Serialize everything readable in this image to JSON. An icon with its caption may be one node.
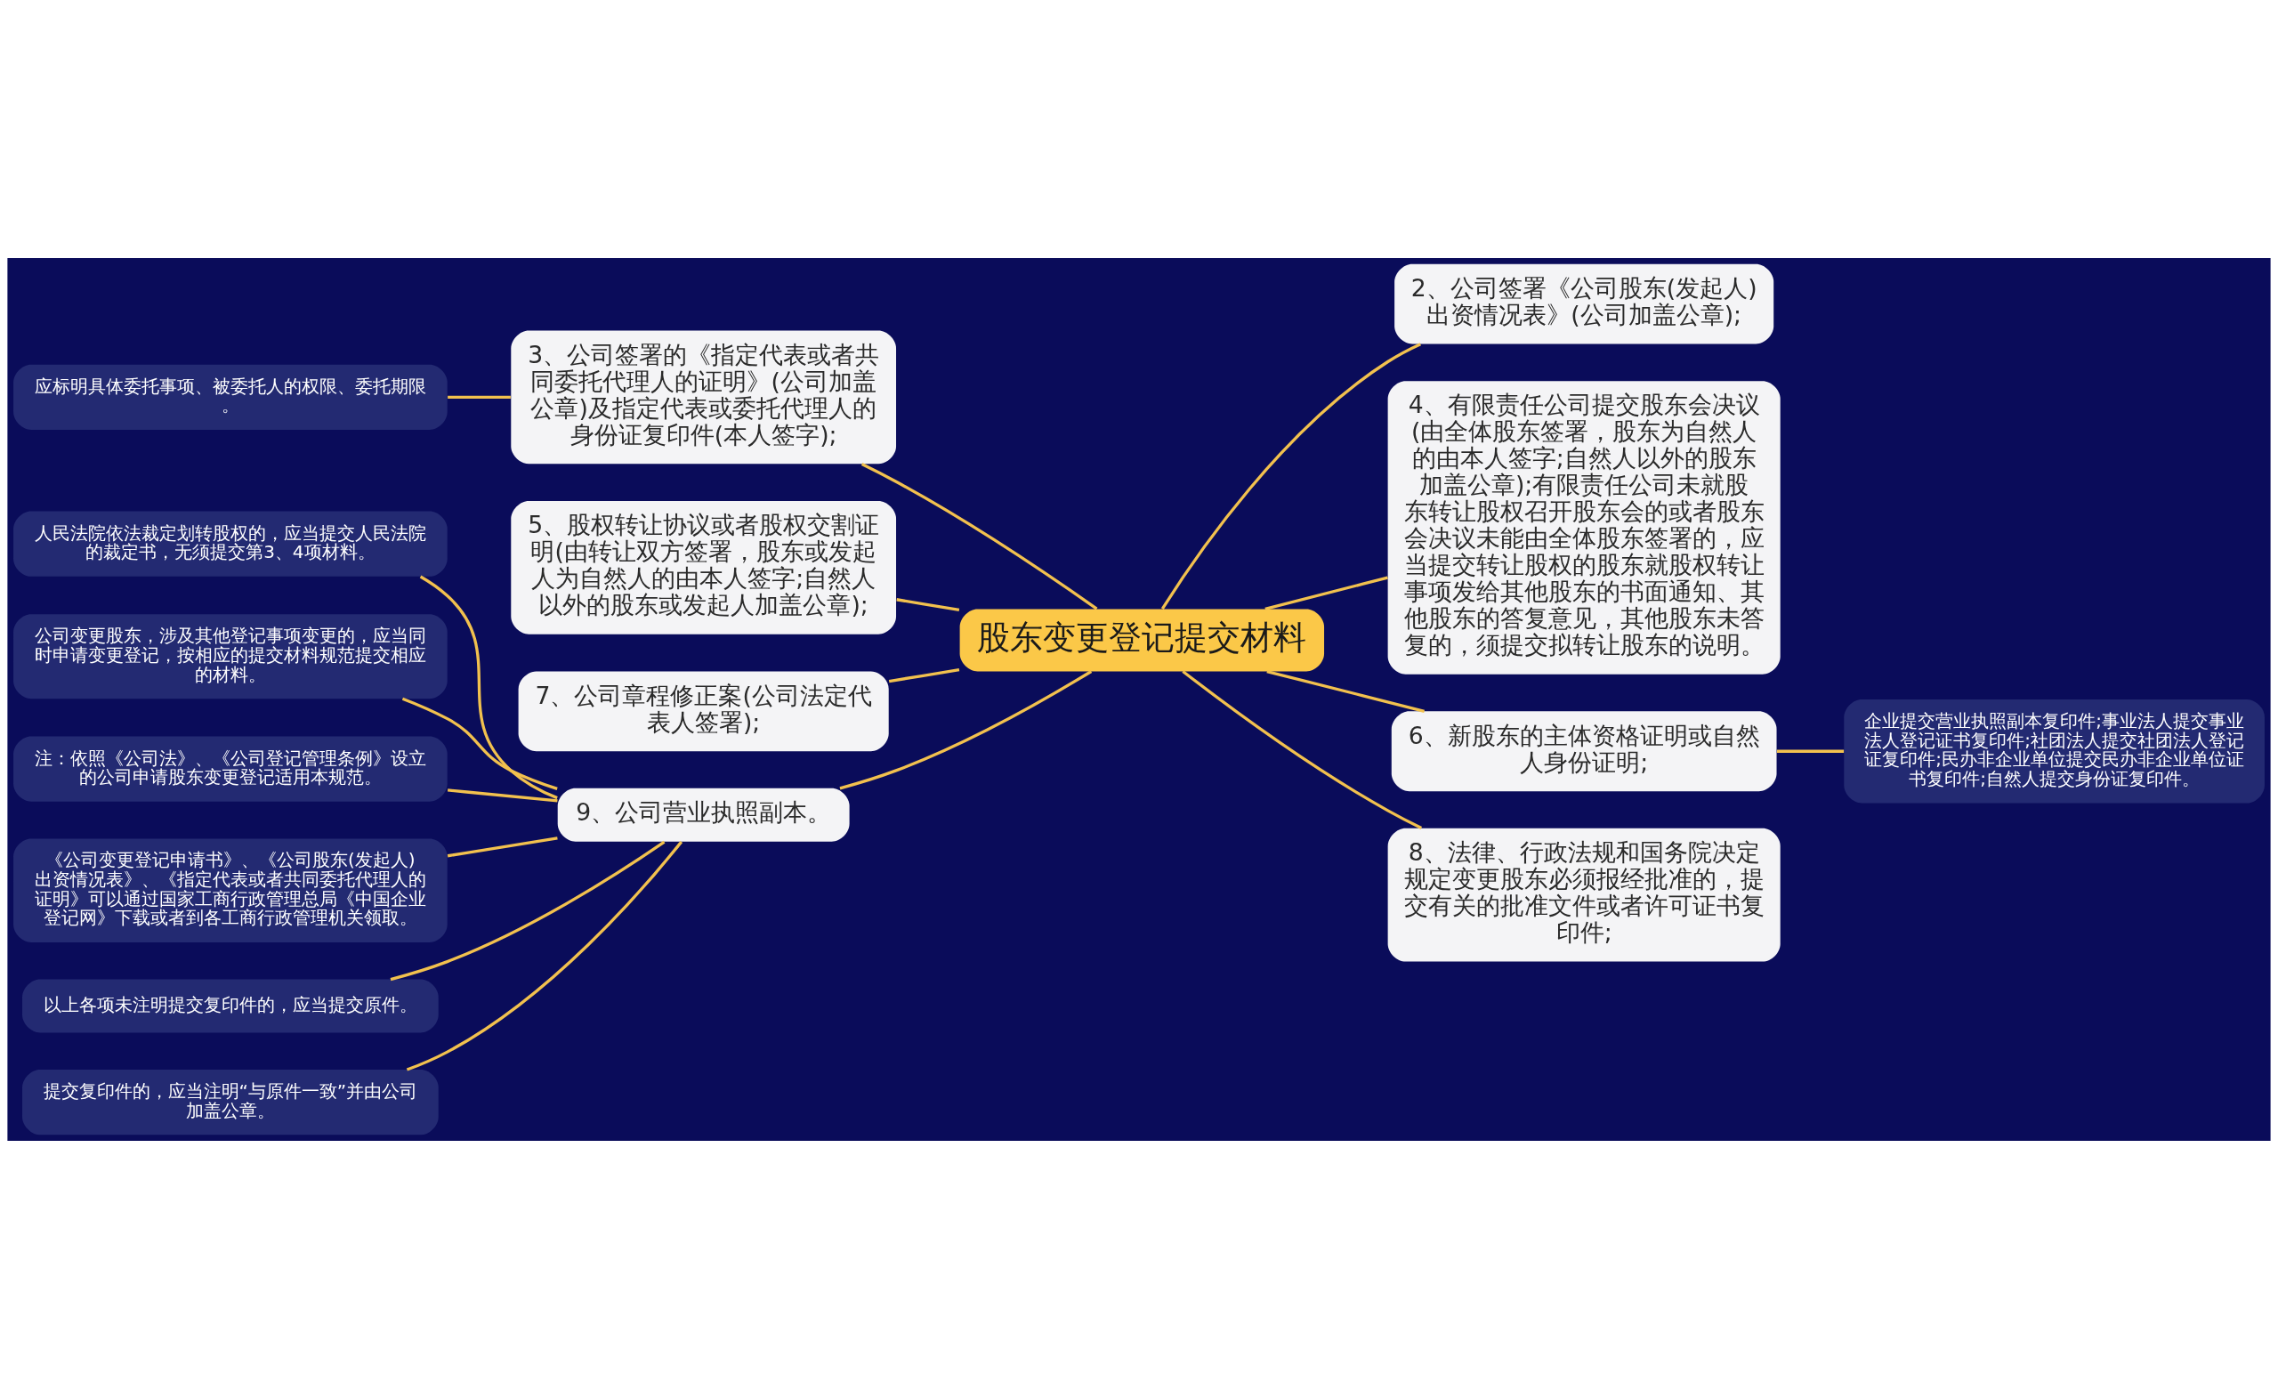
{
  "diagram": {
    "nodes": [
      {
        "text": [
          "股东变更登记提交材料"
        ]
      },
      {
        "text": [
          "3、公司签署的《指定代表或者共同委托代理人的证明》(公司加盖公章)及指定代表或委托代理人的身份证复印件(本人签字);"
        ]
      },
      {
        "text": [
          "应标明具体委托事项、被委托人的权限、委托期限。"
        ]
      },
      {
        "text": [
          "5、股权转让协议或者股权交割证明(由转让双方签署，股东或发起人为自然人的由本人签字;自然人以外的股东或发起人加盖公章);"
        ]
      },
      {
        "text": [
          "7、公司章程修正案(公司法定代表人签署);"
        ]
      },
      {
        "text": [
          "9、公司营业执照副本。"
        ]
      },
      {
        "text": [
          "人民法院依法裁定划转股权的，应当提交人民法院的裁定书，无须提交第3、4项材料。"
        ]
      },
      {
        "text": [
          "公司变更股东，涉及其他登记事项变更的，应当同时申请变更登记，按相应的提交材料规范提交相应的材料。"
        ]
      },
      {
        "text": [
          "注：依照《公司法》、《公司登记管理条例》设立的公司申请股东变更登记适用本规范。"
        ]
      },
      {
        "text": [
          "《公司变更登记申请书》、《公司股东(发起人)出资情况表》、《指定代表或者共同委托代理人的证明》可以通过国家工商行政管理总局《中国企业登记网》下载或者到各工商行政管理机关领取。"
        ]
      },
      {
        "text": [
          "以上各项未注明提交复印件的，应当提交原件。"
        ]
      },
      {
        "text": [
          "提交复印件的，应当注明“与原件一致”并由公司加盖公章。"
        ]
      },
      {
        "text": [
          "2、公司签署《公司股东(发起人)出资情况表》(公司加盖公章);"
        ]
      },
      {
        "text": [
          "4、有限责任公司提交股东会决议(由全体股东签署，股东为自然人的由本人签字;自然人以外的股东加盖公章);有限责任公司未就股东转让股权召开股东会的或者股东会决议未能由全体股东签署的，应当提交转让股权的股东就股权转让事项发给其他股东的书面通知、其他股东的答复意见，其他股东未答复的，须提交拟转让股东的说明。"
        ]
      },
      {
        "text": [
          "6、新股东的主体资格证明或自然人身份证明;"
        ]
      },
      {
        "text": [
          "企业提交营业执照副本复印件;事业法人提交事业法人登记证书复印件;社团法人提交社团法人登记证复印件;民办非企业单位提交民办非企业单位证书复印件;自然人提交身份证复印件。"
        ]
      },
      {
        "text": [
          "8、法律、行政法规和国务院决定规定变更股东必须报经批准的，提交有关的批准文件或者许可证书复印件;"
        ]
      }
    ],
    "edges": [
      {
        "from": 0,
        "to": 1,
        "arrow": "none"
      },
      {
        "from": 1,
        "to": 2,
        "arrow": "none"
      },
      {
        "from": 0,
        "to": 3,
        "arrow": "none"
      },
      {
        "from": 0,
        "to": 4,
        "arrow": "none"
      },
      {
        "from": 0,
        "to": 5,
        "arrow": "none"
      },
      {
        "from": 5,
        "to": 6,
        "arrow": "none"
      },
      {
        "from": 5,
        "to": 7,
        "arrow": "none"
      },
      {
        "from": 5,
        "to": 8,
        "arrow": "none"
      },
      {
        "from": 5,
        "to": 9,
        "arrow": "none"
      },
      {
        "from": 5,
        "to": 10,
        "arrow": "none"
      },
      {
        "from": 5,
        "to": 11,
        "arrow": "none"
      },
      {
        "from": 0,
        "to": 12,
        "arrow": "none"
      },
      {
        "from": 0,
        "to": 13,
        "arrow": "none"
      },
      {
        "from": 0,
        "to": 14,
        "arrow": "none"
      },
      {
        "from": 14,
        "to": 15,
        "arrow": "none"
      },
      {
        "from": 0,
        "to": 16,
        "arrow": "none"
      }
    ]
  }
}
